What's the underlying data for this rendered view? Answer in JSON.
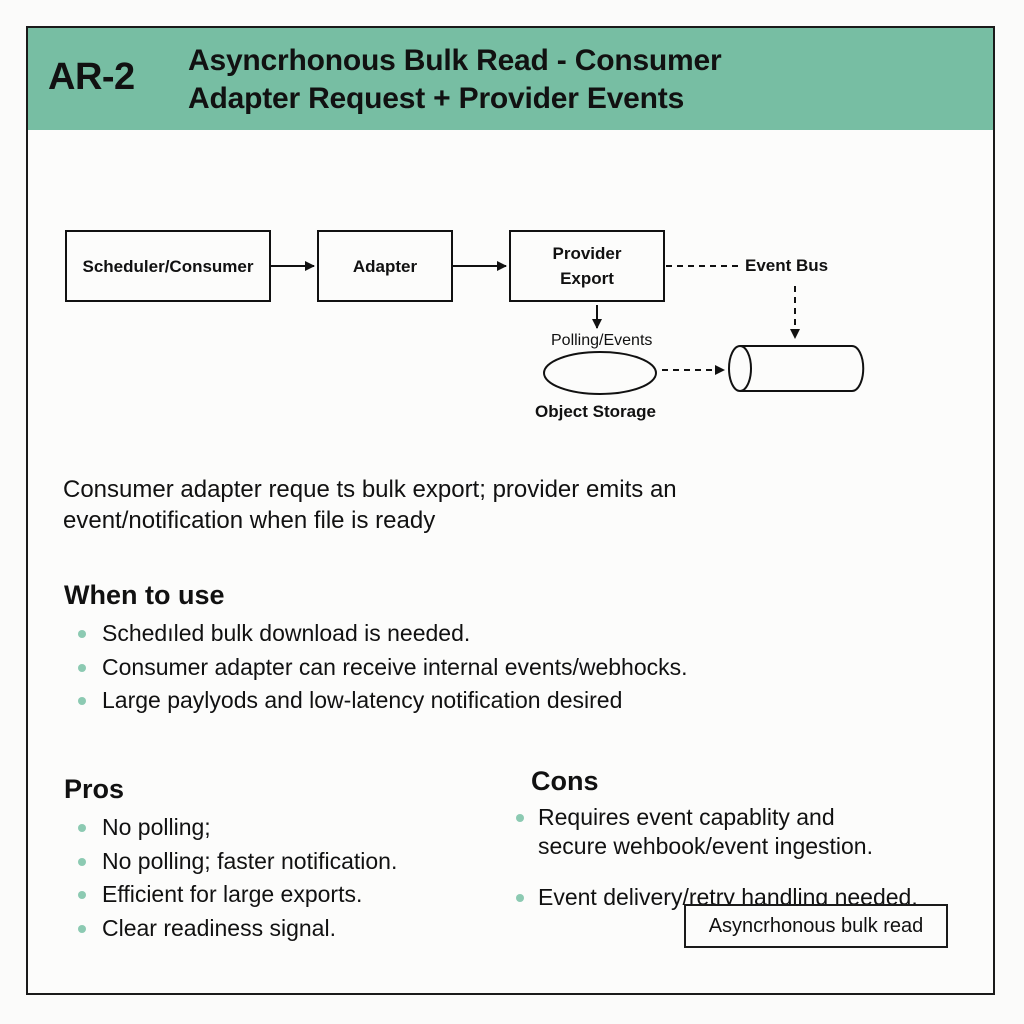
{
  "header": {
    "id": "AR-2",
    "title_line1": "Asyncrhonous Bulk Read - Consumer",
    "title_line2": "Adapter Request + Provider Events",
    "background_color": "#77bea3"
  },
  "diagram": {
    "nodes": {
      "scheduler": "Scheduler/Consumer",
      "adapter": "Adapter",
      "provider_line1": "Provider",
      "provider_line2": "Export",
      "event_bus": "Event Bus",
      "polling": "Polling/Events",
      "object_storage": "Object Storage"
    }
  },
  "summary": {
    "line1": "Consumer adapter reque ts bulk export; provider emits an",
    "line2": "event/notification when file is ready"
  },
  "when_to_use": {
    "heading": "When to use",
    "items": [
      "Schedıled bulk download is needed.",
      "Consumer adapter can receive internal events/webhocks.",
      "Large paylyods and low-latency notification desired"
    ]
  },
  "pros": {
    "heading": "Pros",
    "items": [
      "No polling;",
      "No polling; faster notification.",
      "Efficient for large exports.",
      "Clear readiness signal."
    ]
  },
  "cons": {
    "heading": "Cons",
    "items": [
      {
        "line1": "Requires event capablity and",
        "line2": "secure wehbook/event ingestion."
      },
      {
        "line1": "Event delivery/retry handling needed."
      }
    ]
  },
  "tag": "Asyncrhonous bulk read",
  "accent_color": "#8ccab2"
}
